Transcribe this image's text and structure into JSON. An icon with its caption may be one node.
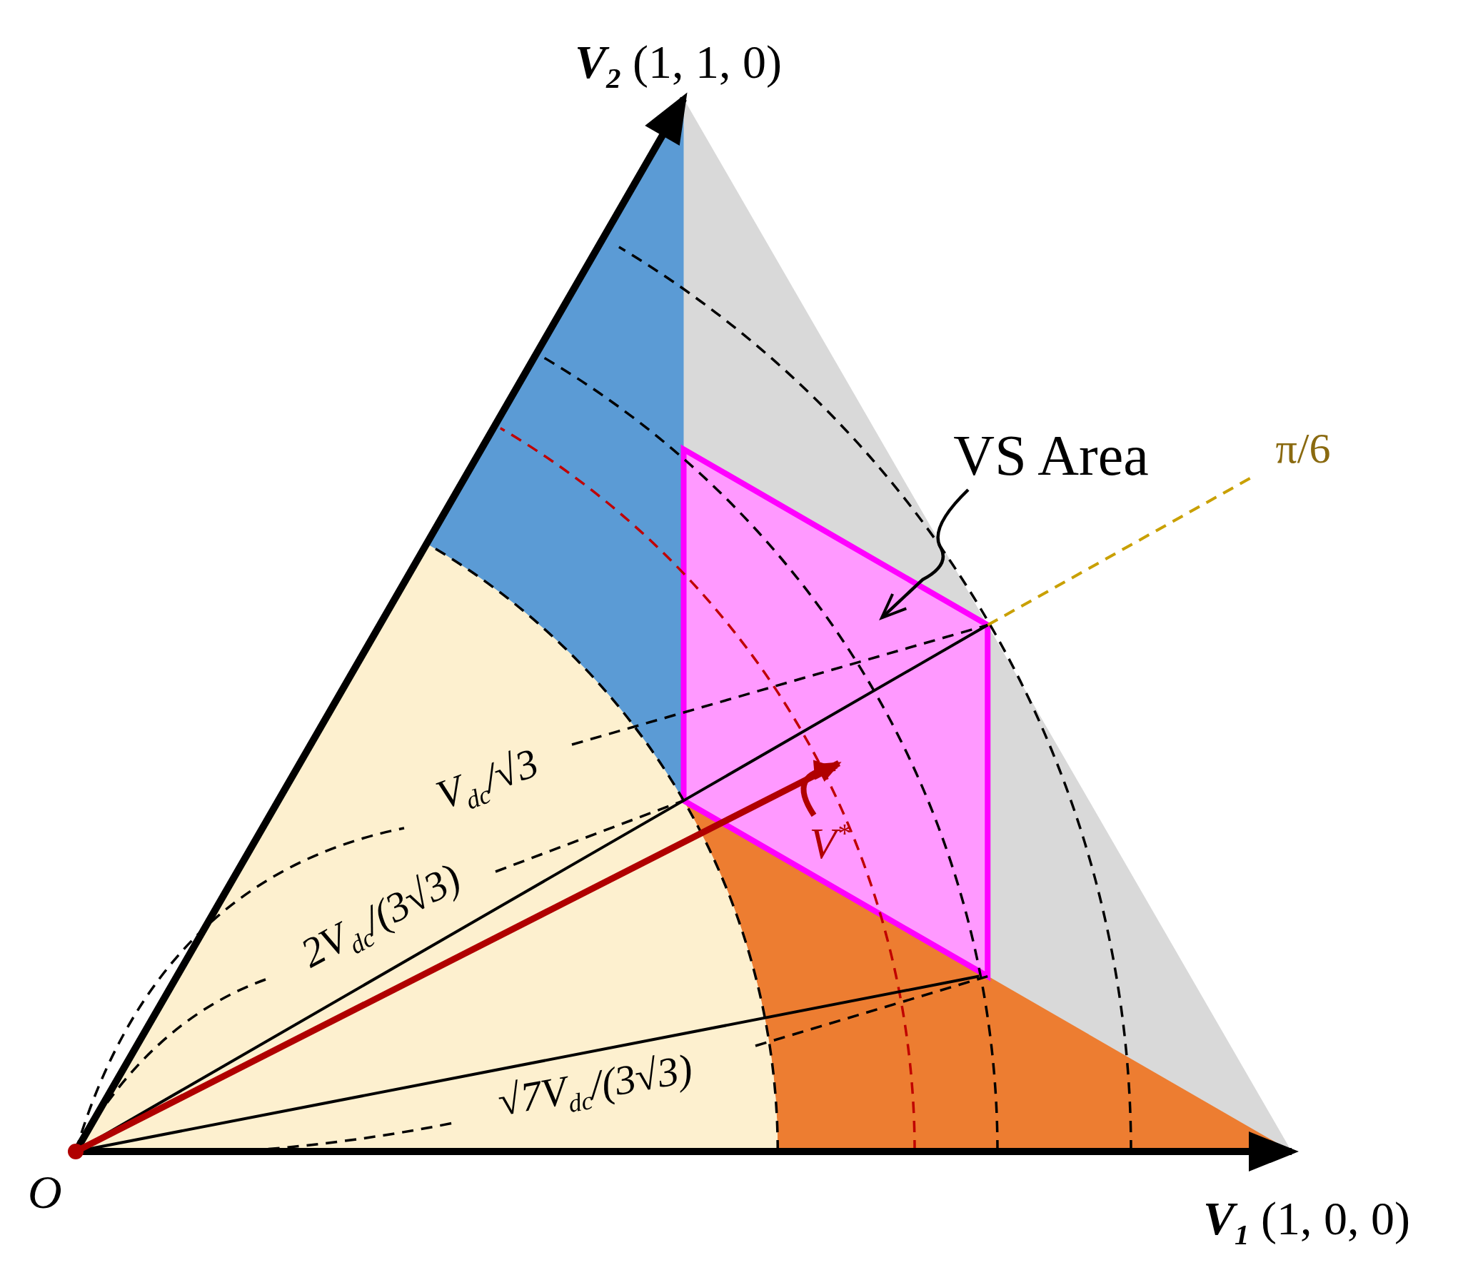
{
  "diagram": {
    "nodes": [
      {
        "text": [
          "VS Area"
        ]
      },
      {
        "text": [],
        "shape": "parallelogram"
      }
    ],
    "edges": [
      {
        "from": 0,
        "to": 1,
        "arrow": "to"
      }
    ],
    "labels": [
      "**V**$_{2}$ (1, 1, 0)",
      "**V**$_{1}$ (1, 0, 0)",
      "O",
      "π/6",
      "V$_{dc}$/√3",
      "2V$_{dc}$/(3√3)",
      "√7V$_{dc}$/(3√3)",
      "V$^{*}$"
    ]
  }
}
